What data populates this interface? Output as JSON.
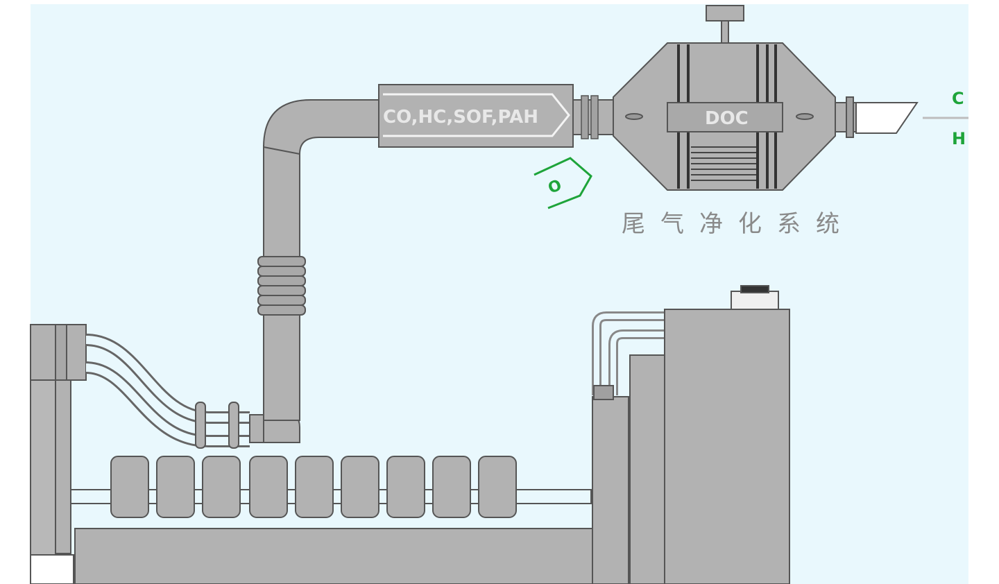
{
  "diagram": {
    "pipe_gas_label": "CO,HC,SOF,PAH",
    "catalyst_label": "DOC",
    "system_caption": "尾气净化系统",
    "oxygen_symbol": "O",
    "outlet_labels": [
      "C",
      "H"
    ],
    "colors": {
      "background": "#e9f8fd",
      "machine_gray": "#b2b2b2",
      "outline": "#555555",
      "highlight": "#dcdcdc",
      "green": "#1ea43a"
    }
  }
}
